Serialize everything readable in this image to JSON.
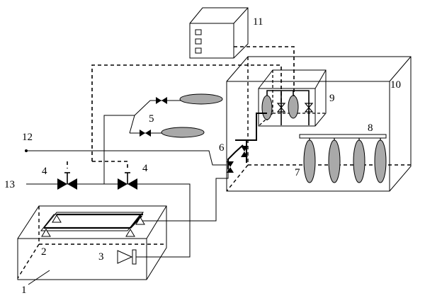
{
  "labels": {
    "l1": "1",
    "l2": "2",
    "l3": "3",
    "l4a": "4",
    "l4b": "4",
    "l5": "5",
    "l6": "6",
    "l7": "7",
    "l8": "8",
    "l9": "9",
    "l10": "10",
    "l11": "11",
    "l12": "12",
    "l13": "13"
  },
  "colors": {
    "line": "#000000",
    "fill_gray": "#a9a9a9",
    "background": "#ffffff"
  }
}
